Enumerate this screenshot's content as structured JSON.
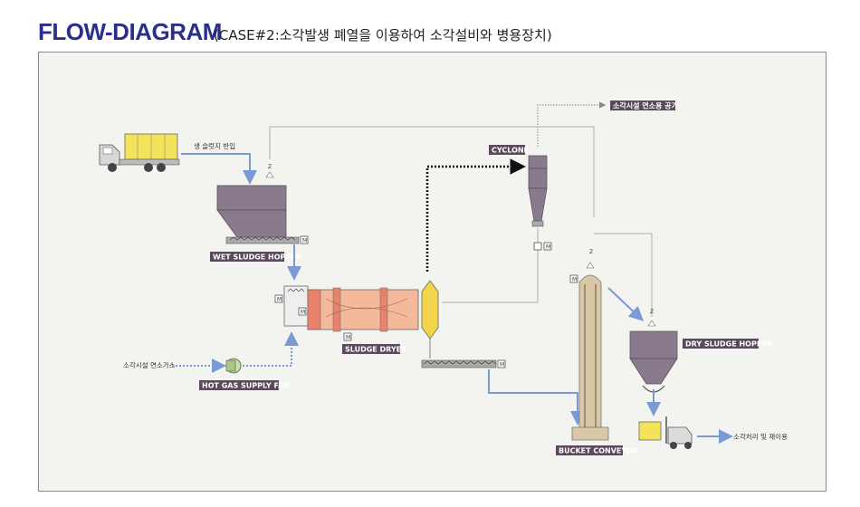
{
  "header": {
    "title": "FLOW-DIAGRAM",
    "subtitle": "(CASE#2:소각발생 폐열을 이용하여 소각설비와 병용장치)"
  },
  "labels": {
    "wet_sludge_hopper": "WET SLUDGE HOPPER",
    "sludge_dryer": "SLUDGE DRYER",
    "hot_gas_supply_fan": "HOT GAS SUPPLY FAN",
    "cyclone": "CYCLONE",
    "dry_sludge_hopper": "DRY SLUDGE HOPPER",
    "bucket_conveyor": "BUCKET CONVEYOR",
    "incinerator_air": "소각시설 연소용 공기",
    "raw_sludge_in": "생 슬럿지 반입",
    "incinerator_gas": "소각시설 연소가스",
    "incinerate_reuse": "소각처리 및 재이용"
  },
  "motor_label": "M",
  "damper_label": "Z",
  "colors": {
    "title": "#2b2f8c",
    "equipment": "#8a7a8e",
    "dryer": "#f4b89a",
    "flow_arrow": "#7a9ad6",
    "hot_line": "#111111",
    "truck_cargo": "#f2e35a",
    "forklift": "#f2e35a"
  }
}
